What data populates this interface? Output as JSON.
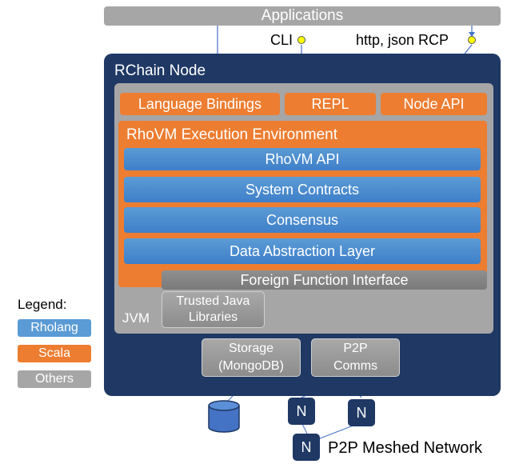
{
  "applications": "Applications",
  "cli": "CLI",
  "http_json_rcp": "http, json RCP",
  "node_title": "RChain Node",
  "top_row": {
    "language_bindings": "Language Bindings",
    "repl": "REPL",
    "node_api": "Node API"
  },
  "rhovm": {
    "title": "RhoVM Execution Environment",
    "layers": [
      "RhoVM API",
      "System Contracts",
      "Consensus",
      "Data Abstraction Layer"
    ]
  },
  "ffi": "Foreign Function Interface",
  "jvm": "JVM",
  "trusted_java": "Trusted Java Libraries",
  "storage": "Storage (MongoDB)",
  "p2p_comms": "P2P Comms",
  "network": {
    "node_letter": "N",
    "label": "P2P Meshed Network"
  },
  "legend": {
    "title": "Legend:",
    "items": [
      {
        "label": "Rholang",
        "color": "#5b9bd5"
      },
      {
        "label": "Scala",
        "color": "#ed7d31"
      },
      {
        "label": "Others",
        "color": "#a6a6a6"
      }
    ]
  },
  "colors": {
    "node_bg": "#1f3864",
    "orange": "#ed7d31",
    "blue": "#5b9bd5",
    "grey": "#a6a6a6",
    "dot": "#ffff00"
  }
}
